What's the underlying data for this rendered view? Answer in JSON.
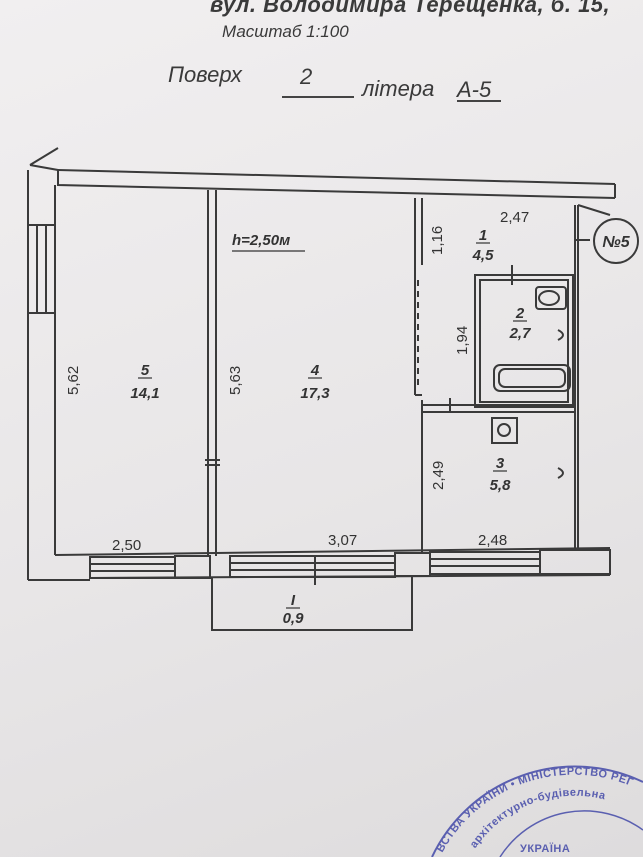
{
  "header": {
    "address": "вул. Володимира Терещенка, б. 15,",
    "scale": "Масштаб 1:100",
    "floor_label": "Поверх",
    "floor_number": "2",
    "litera_label": "літера",
    "litera_value": "А-5"
  },
  "plan": {
    "apartment_badge": "№5",
    "ceiling_height": "h=2,50м",
    "rooms": [
      {
        "number": "1",
        "area": "4,5"
      },
      {
        "number": "2",
        "area": "2,7"
      },
      {
        "number": "3",
        "area": "5,8"
      },
      {
        "number": "4",
        "area": "17,3"
      },
      {
        "number": "5",
        "area": "14,1"
      },
      {
        "number": "I",
        "area": "0,9"
      }
    ],
    "dimensions": {
      "room5_height": "5,62",
      "room5_width": "2,50",
      "room4_height": "5,63",
      "room4_width": "3,07",
      "room1_width": "2,47",
      "room1_depth": "1,16",
      "room2_depth": "1,94",
      "room3_depth": "2,49",
      "room3_width": "2,48"
    }
  },
  "stamp": {
    "top_text": "ВСТВА УКРАЇНИ • МІНІСТЕРСТВО РЕГ",
    "middle_text": "архітектурно-будівельна",
    "bottom_text": "УКРАЇНА"
  },
  "colors": {
    "line": "#3a3a3a",
    "stamp": "#5a5fb0"
  }
}
